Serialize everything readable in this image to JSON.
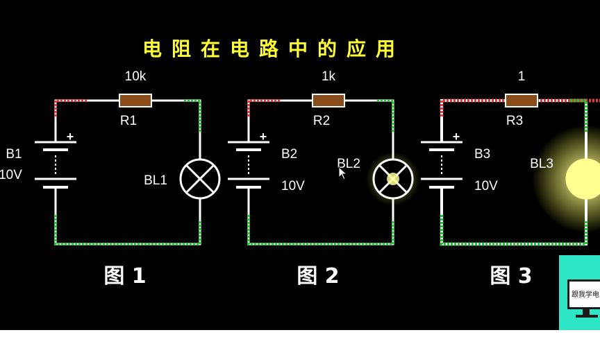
{
  "title": "电阻在电路中的应用",
  "colors": {
    "background": "#000000",
    "title": "#ffff33",
    "wire": "#ffffff",
    "wire_positive": "#e23a3a",
    "wire_negative": "#29c23a",
    "resistor": "#8b4c1c",
    "bulb_glow": "#ffffa0",
    "logo_panel": "#2ee6c6"
  },
  "circuits": [
    {
      "resistor_value": "10k",
      "resistor_name": "R1",
      "battery_name": "B1",
      "battery_voltage": "10V",
      "bulb_name": "BL1",
      "figure_label": "图 1",
      "bulb_brightness": 0
    },
    {
      "resistor_value": "1k",
      "resistor_name": "R2",
      "battery_name": "B2",
      "battery_voltage": "10V",
      "bulb_name": "BL2",
      "figure_label": "图 2",
      "bulb_brightness": 0.35
    },
    {
      "resistor_value": "1",
      "resistor_name": "R3",
      "battery_name": "B3",
      "battery_voltage": "10V",
      "bulb_name": "BL3",
      "figure_label": "图 3",
      "bulb_brightness": 1
    }
  ],
  "battery_plus": "+",
  "logo": {
    "text": "跟我学电",
    "icon": "monitor-icon"
  }
}
